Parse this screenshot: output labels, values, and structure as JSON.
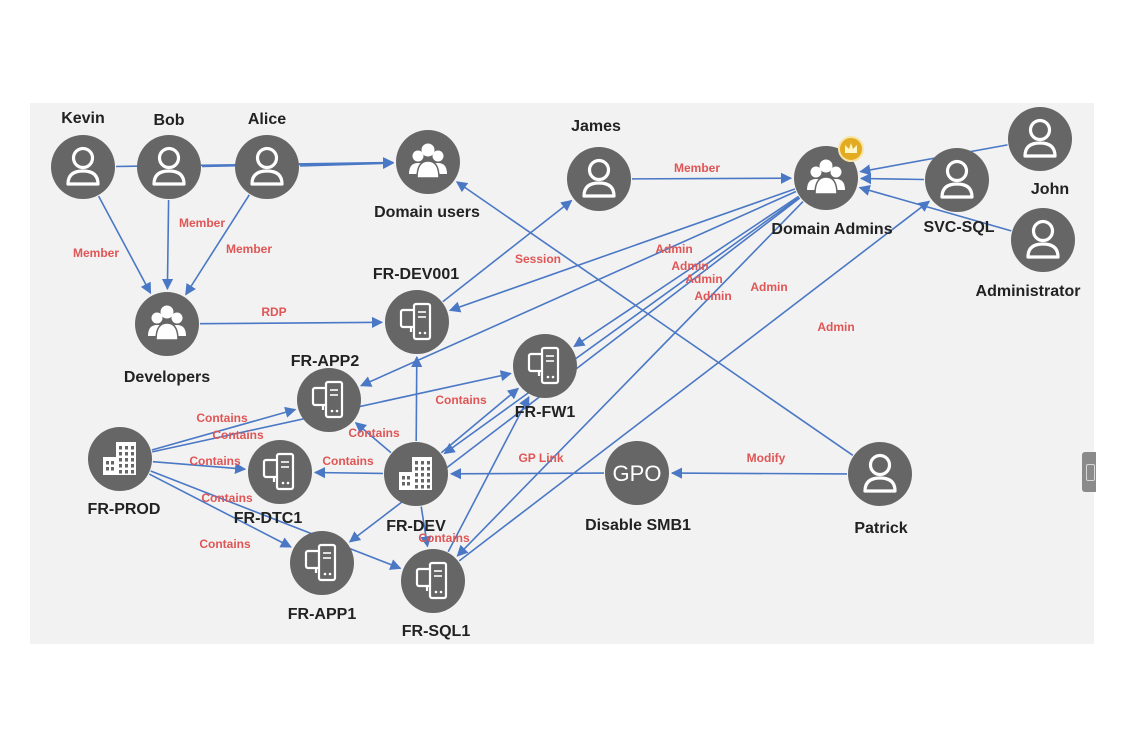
{
  "colors": {
    "node": "#666666",
    "edge": "#4a78c5",
    "edge_label": "#e05555",
    "label": "#222222",
    "badge": "#e2ab22",
    "canvas": "#f2f2f2"
  },
  "nodes": [
    {
      "id": "kevin",
      "label": "Kevin",
      "icon": "user-icon"
    },
    {
      "id": "bob",
      "label": "Bob",
      "icon": "user-icon"
    },
    {
      "id": "alice",
      "label": "Alice",
      "icon": "user-icon"
    },
    {
      "id": "domain_users",
      "label": "Domain users",
      "icon": "group-icon"
    },
    {
      "id": "james",
      "label": "James",
      "icon": "user-icon"
    },
    {
      "id": "domain_admins",
      "label": "Domain Admins",
      "icon": "group-icon",
      "badge": "crown-badge-icon"
    },
    {
      "id": "svc_sql",
      "label": "SVC-SQL",
      "icon": "user-icon"
    },
    {
      "id": "john",
      "label": "John",
      "icon": "user-icon"
    },
    {
      "id": "administrator",
      "label": "Administrator",
      "icon": "user-icon"
    },
    {
      "id": "developers",
      "label": "Developers",
      "icon": "group-icon"
    },
    {
      "id": "fr_dev001",
      "label": "FR-DEV001",
      "icon": "computer-icon"
    },
    {
      "id": "fr_app2",
      "label": "FR-APP2",
      "icon": "computer-icon"
    },
    {
      "id": "fr_fw1",
      "label": "FR-FW1",
      "icon": "computer-icon"
    },
    {
      "id": "fr_prod",
      "label": "FR-PROD",
      "icon": "ou-building-icon"
    },
    {
      "id": "fr_dtc1",
      "label": "FR-DTC1",
      "icon": "computer-icon"
    },
    {
      "id": "fr_dev",
      "label": "FR-DEV",
      "icon": "ou-building-icon"
    },
    {
      "id": "gpo",
      "label": "Disable SMB1",
      "icon": "gpo-icon",
      "icon_text": "GPO"
    },
    {
      "id": "patrick",
      "label": "Patrick",
      "icon": "user-icon"
    },
    {
      "id": "fr_app1",
      "label": "FR-APP1",
      "icon": "computer-icon"
    },
    {
      "id": "fr_sql1",
      "label": "FR-SQL1",
      "icon": "computer-icon"
    }
  ],
  "edges": [
    {
      "from": "kevin",
      "to": "developers",
      "label": "Member"
    },
    {
      "from": "bob",
      "to": "developers",
      "label": "Member"
    },
    {
      "from": "alice",
      "to": "developers",
      "label": "Member"
    },
    {
      "from": "kevin",
      "to": "domain_users",
      "label": ""
    },
    {
      "from": "bob",
      "to": "domain_users",
      "label": ""
    },
    {
      "from": "alice",
      "to": "domain_users",
      "label": ""
    },
    {
      "from": "james",
      "to": "domain_admins",
      "label": "Member"
    },
    {
      "from": "john",
      "to": "domain_admins",
      "label": ""
    },
    {
      "from": "svc_sql",
      "to": "domain_admins",
      "label": ""
    },
    {
      "from": "administrator",
      "to": "domain_admins",
      "label": ""
    },
    {
      "from": "developers",
      "to": "fr_dev001",
      "label": "RDP"
    },
    {
      "from": "fr_dev001",
      "to": "james",
      "label": "Session"
    },
    {
      "from": "patrick",
      "to": "domain_users",
      "label": ""
    },
    {
      "from": "domain_admins",
      "to": "fr_dev001",
      "label": "Admin"
    },
    {
      "from": "domain_admins",
      "to": "fr_fw1",
      "label": "Admin"
    },
    {
      "from": "domain_admins",
      "to": "fr_app2",
      "label": "Admin"
    },
    {
      "from": "domain_admins",
      "to": "fr_dev",
      "label": "Admin"
    },
    {
      "from": "domain_admins",
      "to": "fr_app1",
      "label": "Admin"
    },
    {
      "from": "domain_admins",
      "to": "fr_sql1",
      "label": ""
    },
    {
      "from": "fr_sql1",
      "to": "svc_sql",
      "label": "Admin"
    },
    {
      "from": "fr_prod",
      "to": "fr_app2",
      "label": "Contains"
    },
    {
      "from": "fr_prod",
      "to": "fr_fw1",
      "label": "Contains"
    },
    {
      "from": "fr_prod",
      "to": "fr_dtc1",
      "label": "Contains"
    },
    {
      "from": "fr_prod",
      "to": "fr_app1",
      "label": "Contains"
    },
    {
      "from": "fr_prod",
      "to": "fr_sql1",
      "label": "Contains"
    },
    {
      "from": "fr_dev",
      "to": "fr_dev001",
      "label": ""
    },
    {
      "from": "fr_dev",
      "to": "fr_app2",
      "label": "Contains"
    },
    {
      "from": "fr_dev",
      "to": "fr_fw1",
      "label": "Contains"
    },
    {
      "from": "fr_dev",
      "to": "fr_dtc1",
      "label": "Contains"
    },
    {
      "from": "fr_dev",
      "to": "fr_sql1",
      "label": "Contains"
    },
    {
      "from": "gpo",
      "to": "fr_dev",
      "label": "GP Link"
    },
    {
      "from": "patrick",
      "to": "gpo",
      "label": "Modify"
    },
    {
      "from": "fr_sql1",
      "to": "fr_fw1",
      "label": ""
    }
  ]
}
